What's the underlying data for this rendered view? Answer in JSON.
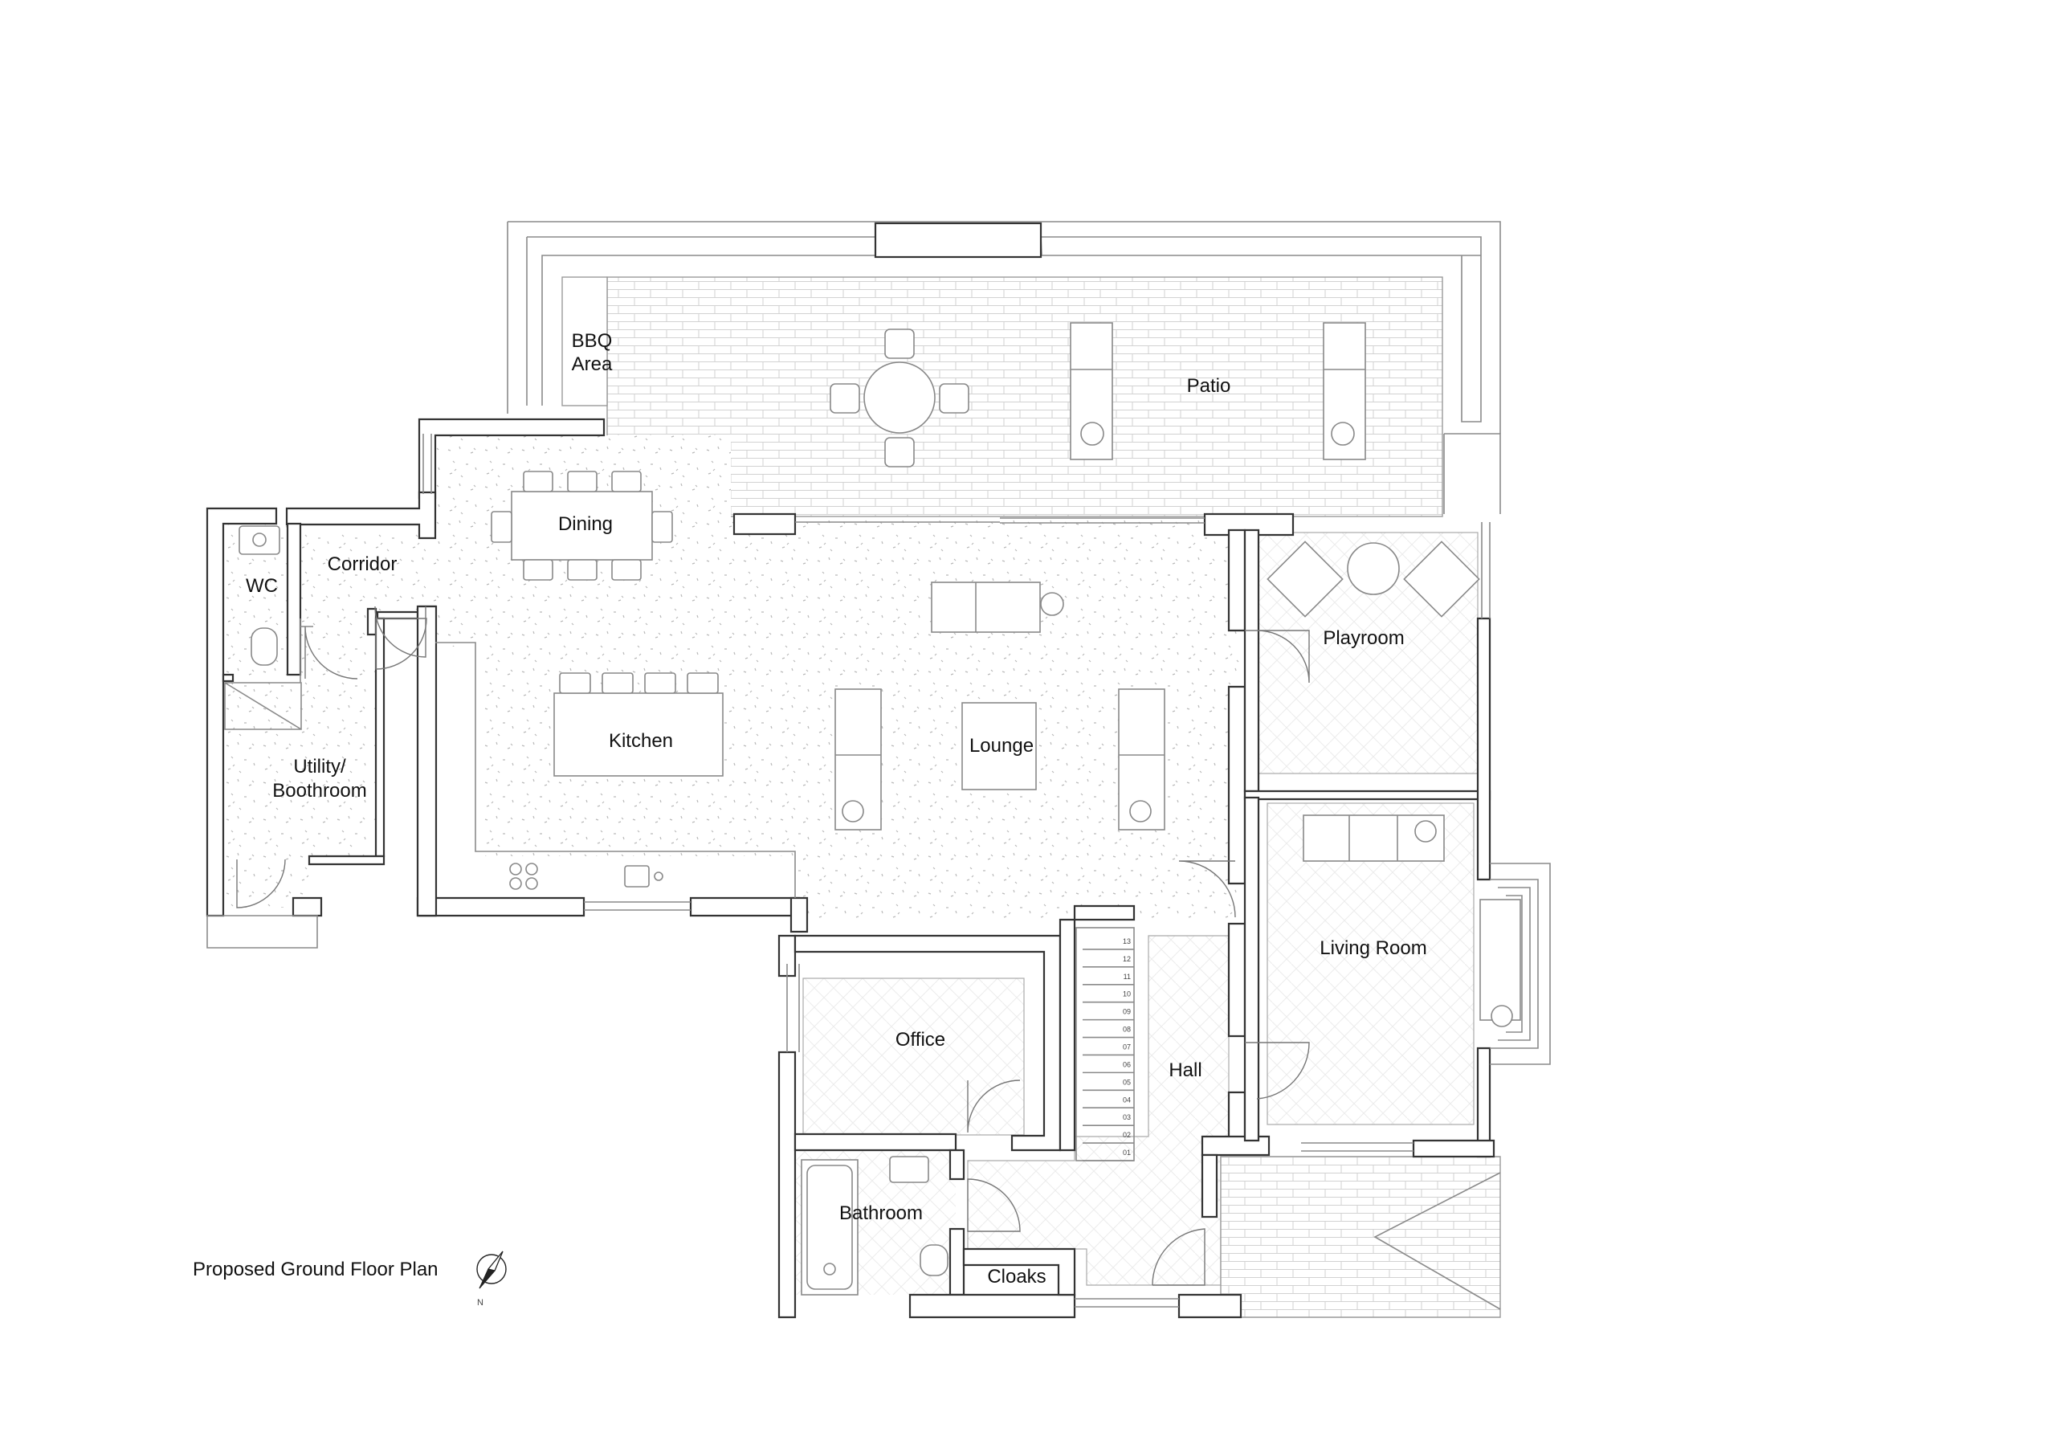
{
  "title": "Proposed Ground Floor Plan",
  "north_label": "N",
  "rooms": {
    "bbq_line1": "BBQ",
    "bbq_line2": "Area",
    "patio": "Patio",
    "dining": "Dining",
    "corridor": "Corridor",
    "wc": "WC",
    "kitchen": "Kitchen",
    "lounge": "Lounge",
    "playroom": "Playroom",
    "utility_line1": "Utility/",
    "utility_line2": "Boothroom",
    "living_room": "Living Room",
    "office": "Office",
    "hall": "Hall",
    "bathroom": "Bathroom",
    "cloaks": "Cloaks"
  },
  "stair_steps": [
    "13",
    "12",
    "11",
    "10",
    "09",
    "08",
    "07",
    "06",
    "05",
    "04",
    "03",
    "02",
    "01"
  ]
}
